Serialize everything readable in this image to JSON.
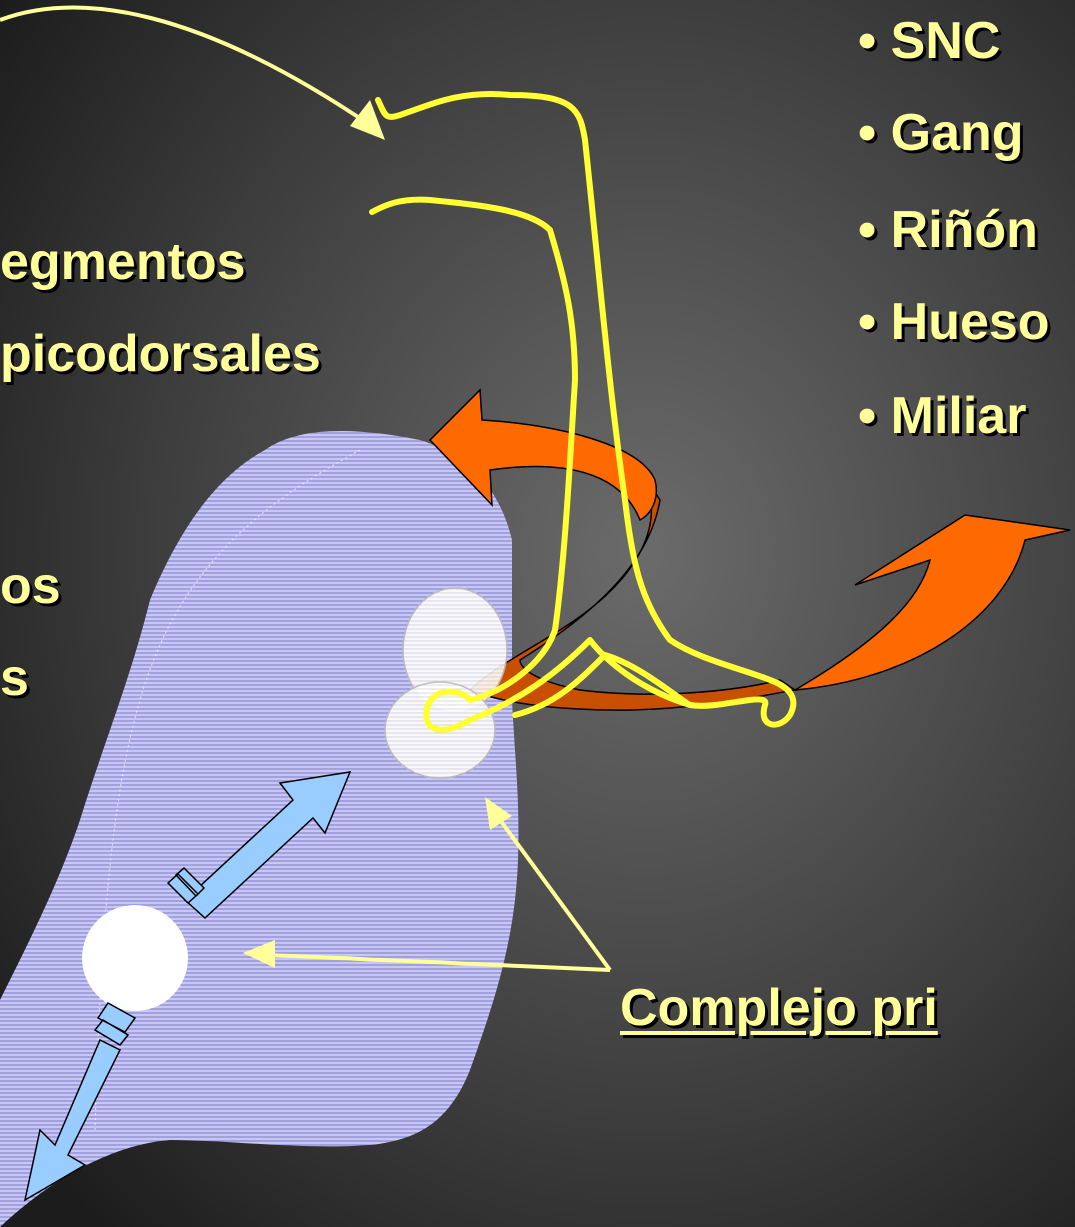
{
  "left_labels": {
    "line1": "egmentos",
    "line2": "picodorsales",
    "line3": "os",
    "line4": "s"
  },
  "right_list": [
    "• SNC",
    "• Gang",
    "• Riñón",
    "• Hueso",
    "• Miliar"
  ],
  "caption": "Complejo pri",
  "colors": {
    "background_dark": "#222222",
    "background_light": "#6b6b6b",
    "text": "#ffff99",
    "lymph_path": "#ffff33",
    "lung": "#a7a7e6",
    "spread_arrow": "#ff6600",
    "spread_arrow_shadow": "#cc5500",
    "airflow_arrow": "#99ccff"
  },
  "icons": [
    "curved-pointer-arrow",
    "lymphatic-path",
    "orange-spread-arrow",
    "blue-airflow-arrow",
    "focus-circle"
  ]
}
